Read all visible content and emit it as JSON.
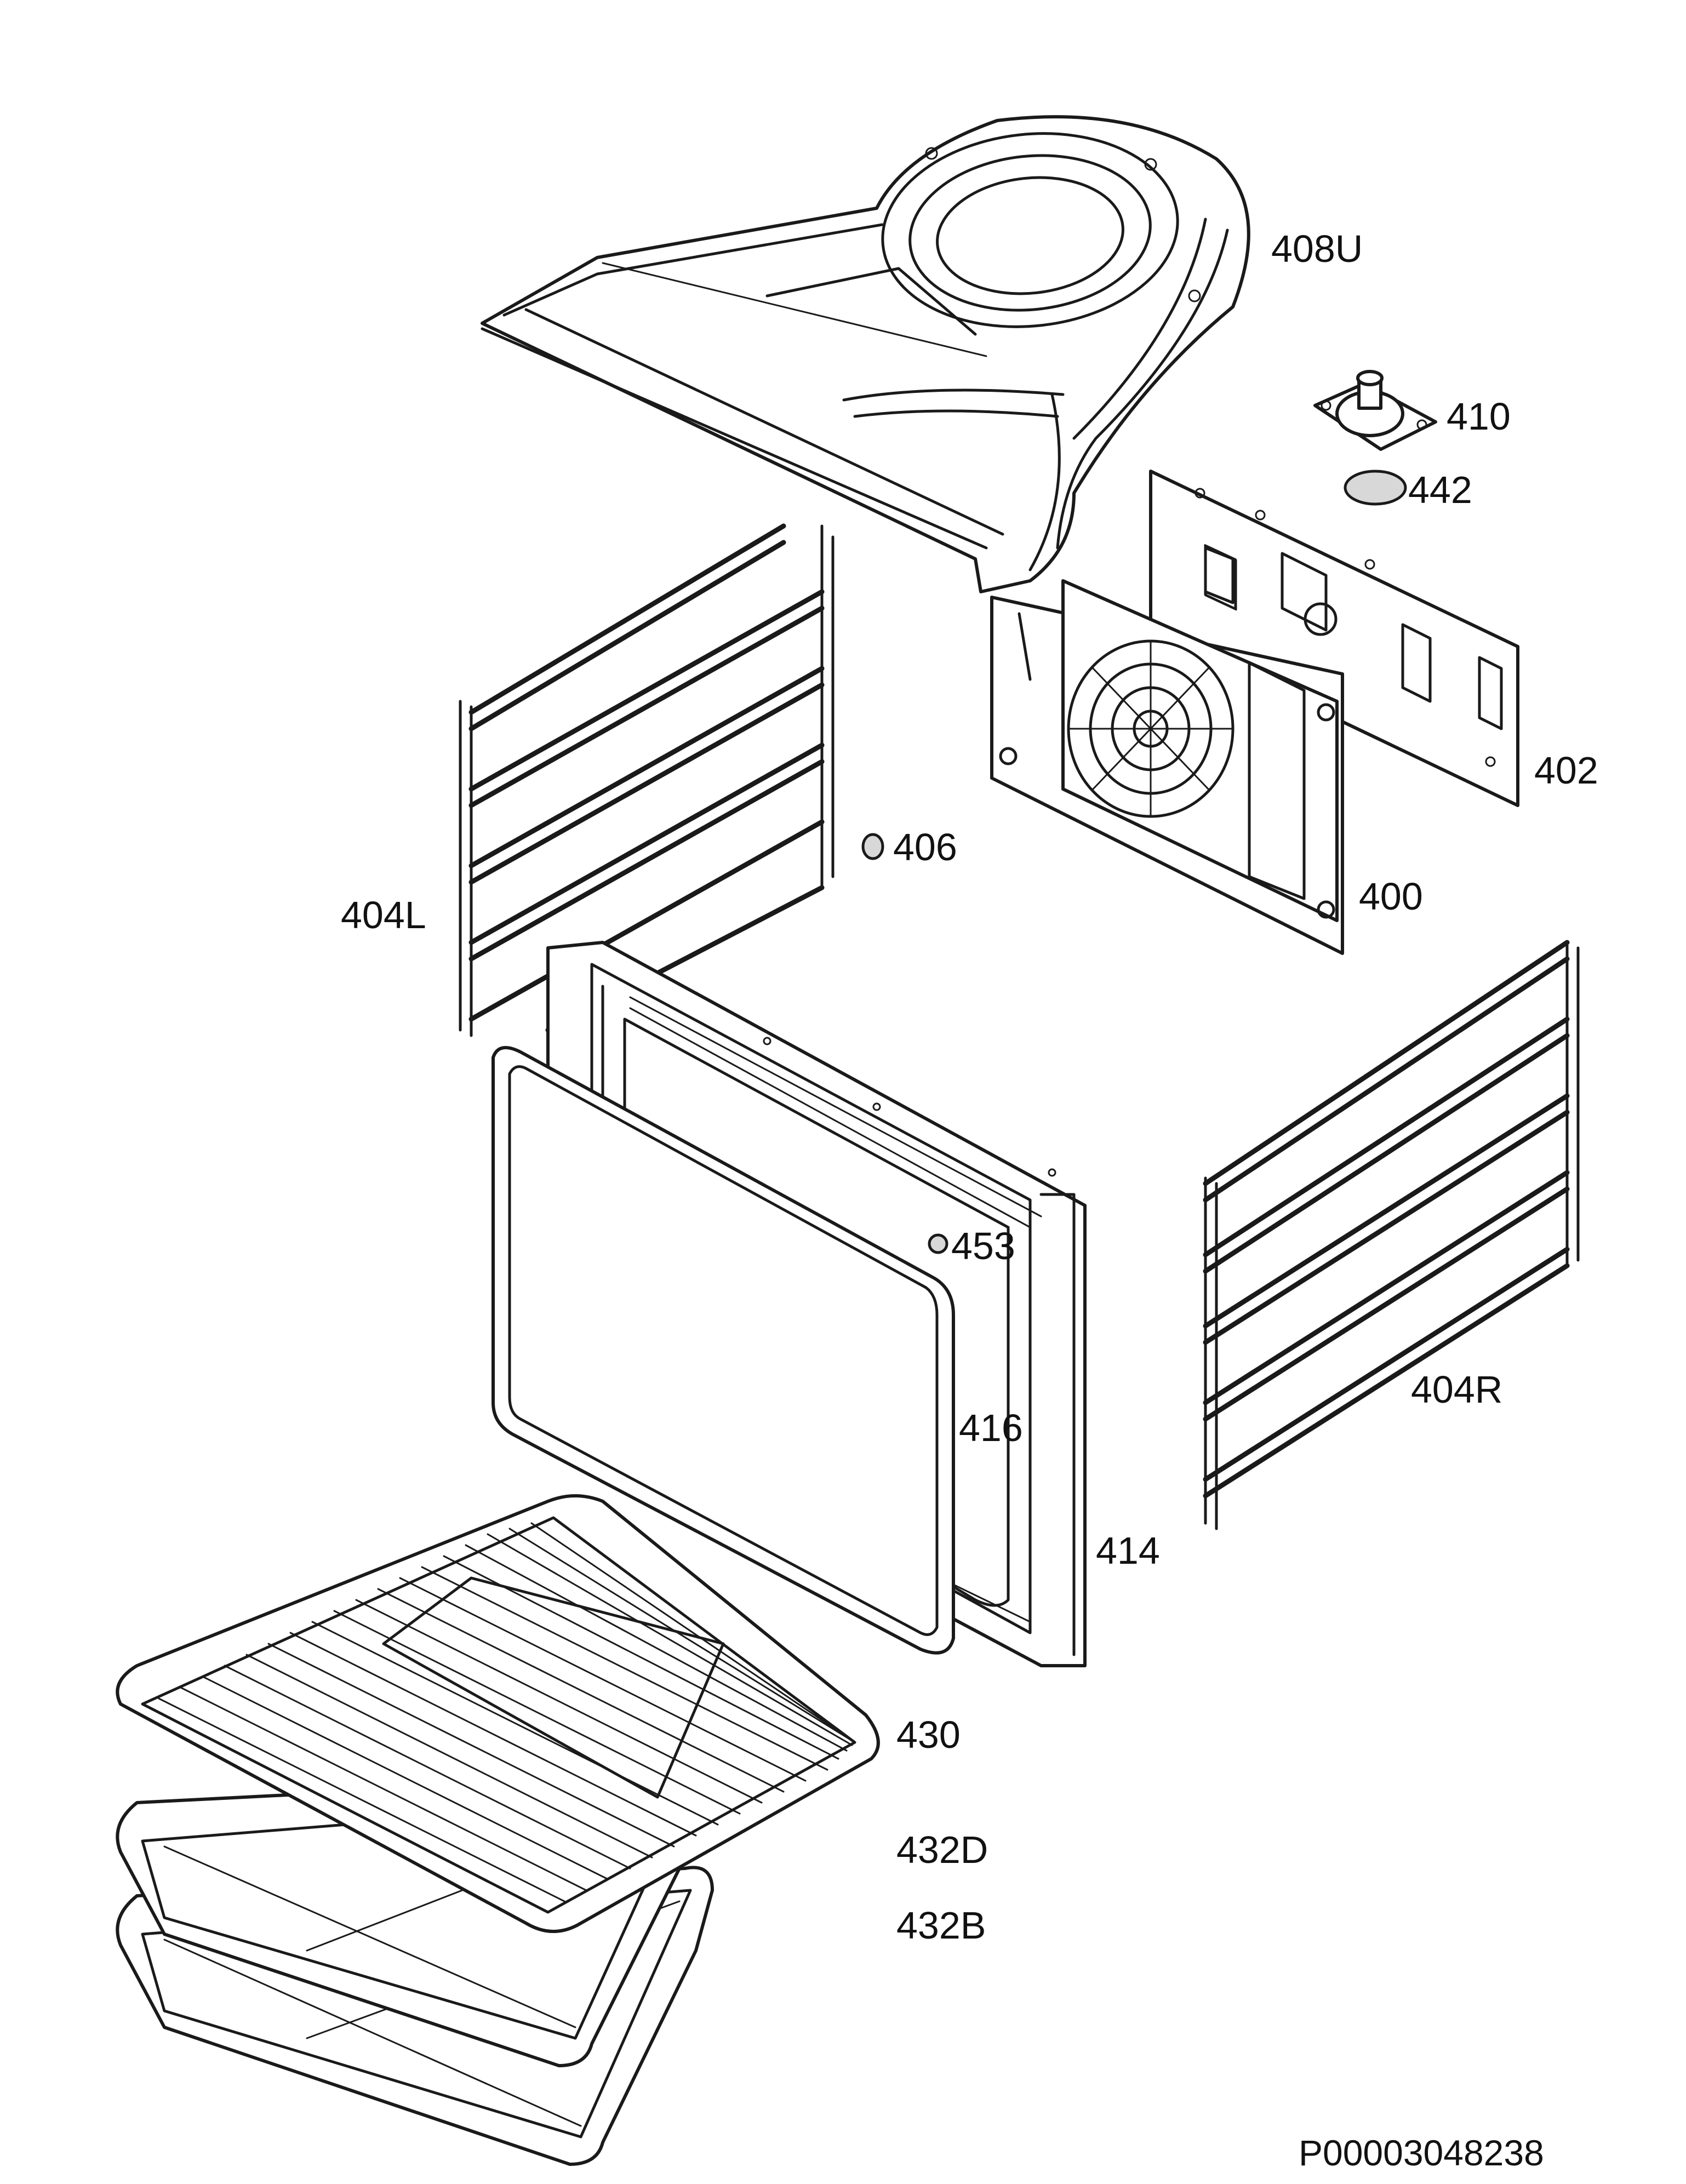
{
  "diagram": {
    "labels": {
      "p408U": "408U",
      "p410": "410",
      "p442": "442",
      "p402": "402",
      "p406": "406",
      "p400": "400",
      "p404L": "404L",
      "p453": "453",
      "p404R": "404R",
      "p416": "416",
      "p414": "414",
      "p430": "430",
      "p432D": "432D",
      "p432B": "432B"
    },
    "code": "P00003048238"
  }
}
